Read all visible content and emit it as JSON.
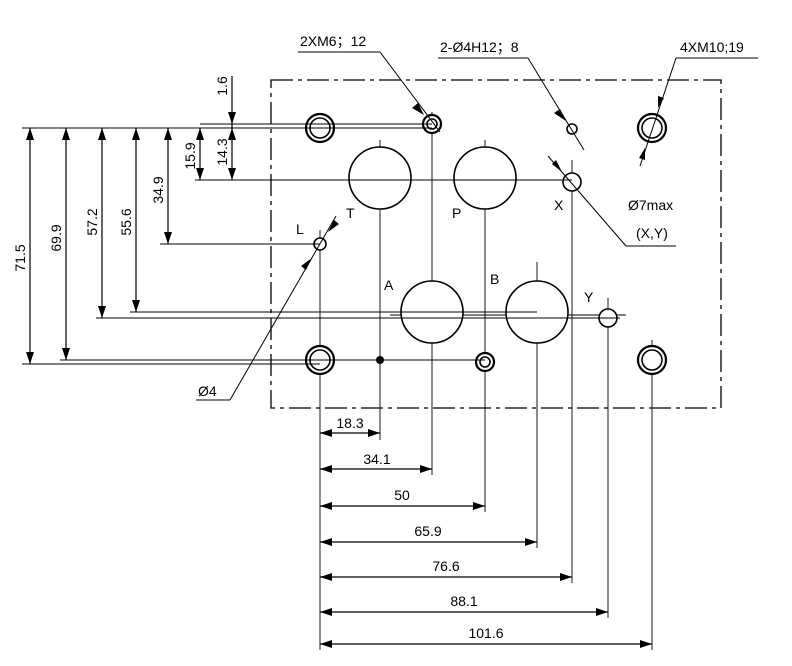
{
  "callouts": {
    "m6": "2XM6；12",
    "d4h12": "2-Ø4H12；8",
    "m10": "4XM10;19",
    "d7max": "Ø7max",
    "d7max_ports": "(X,Y)",
    "d4": "Ø4"
  },
  "ports": {
    "T": "T",
    "L": "L",
    "P": "P",
    "X": "X",
    "A": "A",
    "B": "B",
    "Y": "Y"
  },
  "vertical_dims": [
    "1.6",
    "15.9",
    "14.3",
    "34.9",
    "55.6",
    "57.2",
    "69.9",
    "71.5"
  ],
  "horizontal_dims": [
    "18.3",
    "34.1",
    "50",
    "65.9",
    "76.6",
    "88.1",
    "101.6"
  ]
}
